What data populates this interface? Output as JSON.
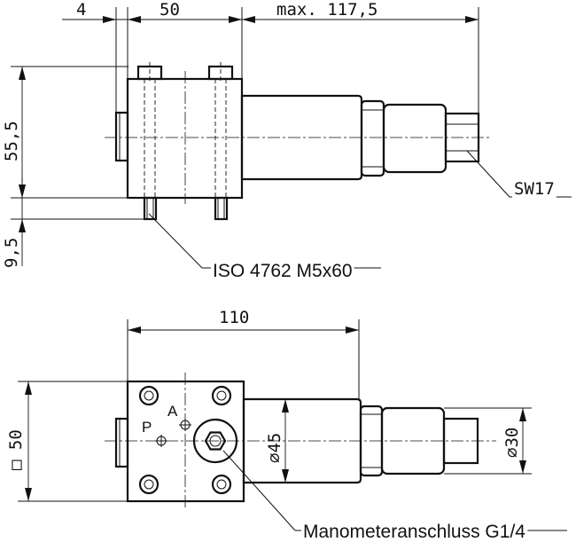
{
  "side_view": {
    "dims": {
      "left_offset": "4",
      "body_width": "50",
      "overall_length": "max. 117,5",
      "height": "55,5",
      "bolt_projection": "9,5"
    },
    "callouts": {
      "wrench_size": "SW17",
      "bolt_spec": "ISO 4762 M5x60"
    }
  },
  "top_view": {
    "dims": {
      "length": "110",
      "square": "□ 50",
      "body_diameter": "⌀45",
      "knob_diameter": "⌀30"
    },
    "ports": {
      "port_a": "A",
      "port_p": "P"
    },
    "callouts": {
      "gauge_port": "Manometeranschluss G1/4"
    }
  }
}
